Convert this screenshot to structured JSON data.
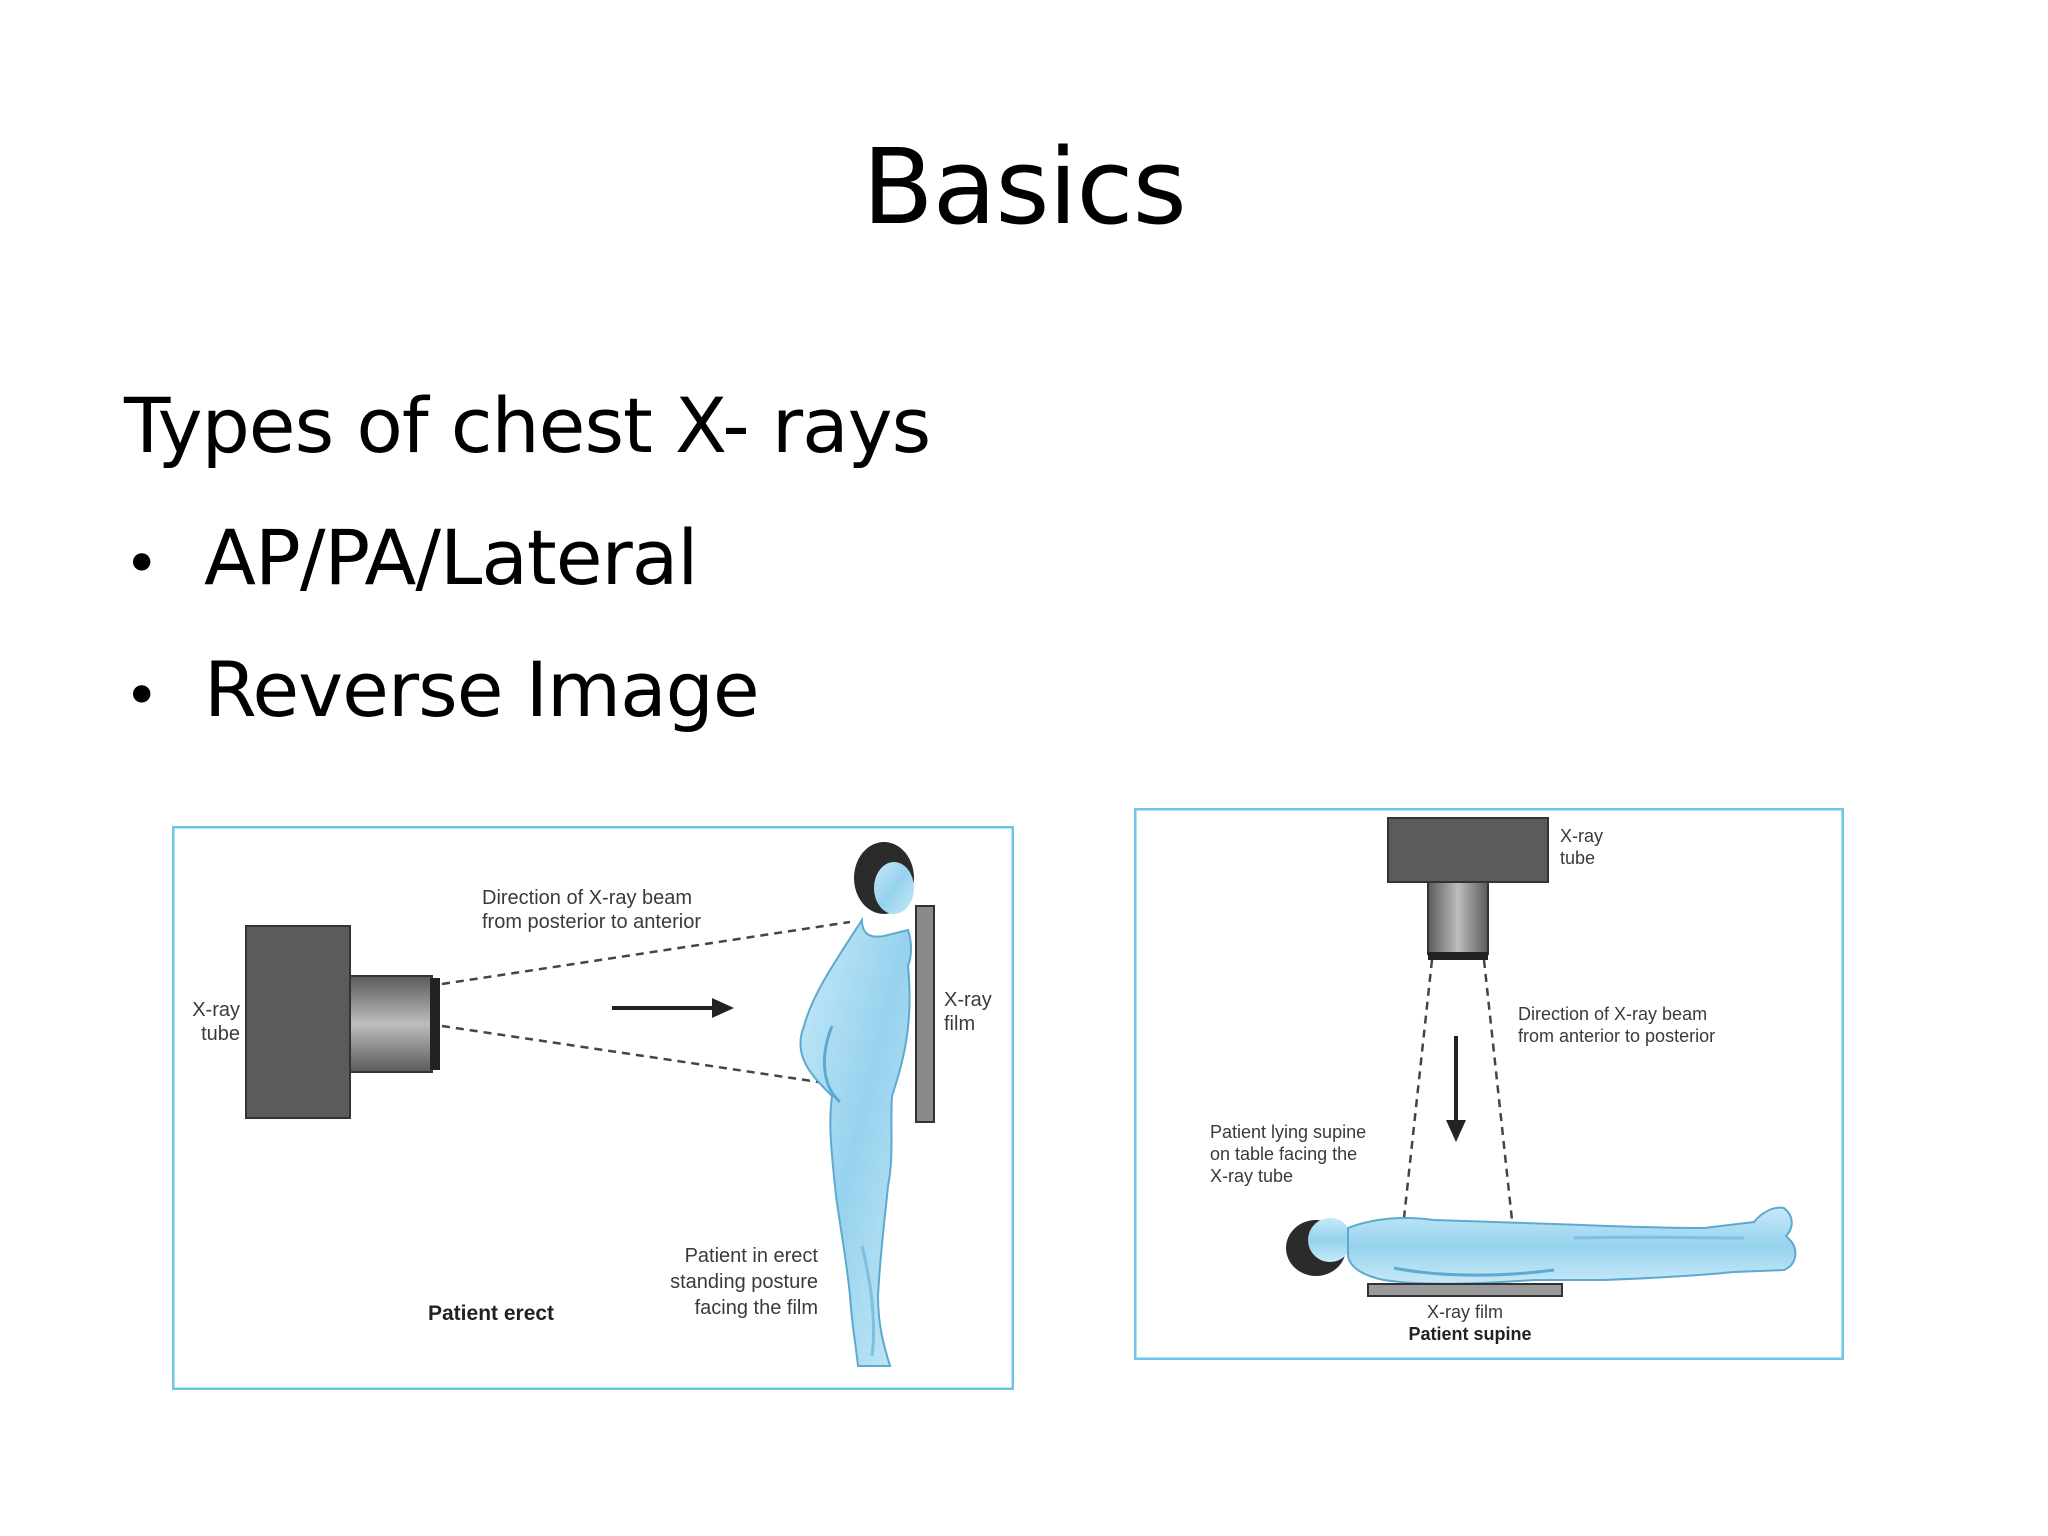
{
  "slide": {
    "title": "Basics",
    "subtitle": "Types of chest X- rays",
    "bullets": [
      {
        "marker": "•",
        "text": "AP/PA/Lateral"
      },
      {
        "marker": "•",
        "text": "Reverse Image"
      }
    ]
  },
  "figure_erect": {
    "tube_label_line1": "X-ray",
    "tube_label_line2": "tube",
    "beam_label_line1": "Direction of X-ray beam",
    "beam_label_line2": "from posterior to anterior",
    "film_label_line1": "X-ray",
    "film_label_line2": "film",
    "posture_label_line1": "Patient in erect",
    "posture_label_line2": "standing posture",
    "posture_label_line3": "facing the film",
    "caption": "Patient erect"
  },
  "figure_supine": {
    "tube_label_line1": "X-ray",
    "tube_label_line2": "tube",
    "beam_label_line1": "Direction of X-ray beam",
    "beam_label_line2": "from anterior to posterior",
    "patient_label_line1": "Patient lying supine",
    "patient_label_line2": "on table facing the",
    "patient_label_line3": "X-ray tube",
    "film_label": "X-ray film",
    "caption": "Patient supine"
  },
  "colors": {
    "text": "#000000",
    "frame": "#6ec6e6",
    "body_skin": "#a9dcf2",
    "body_shade": "#6fb9e0",
    "hair": "#2b2b2b",
    "tube_dark": "#4a4a4a",
    "tube_light": "#9a9a9a"
  }
}
